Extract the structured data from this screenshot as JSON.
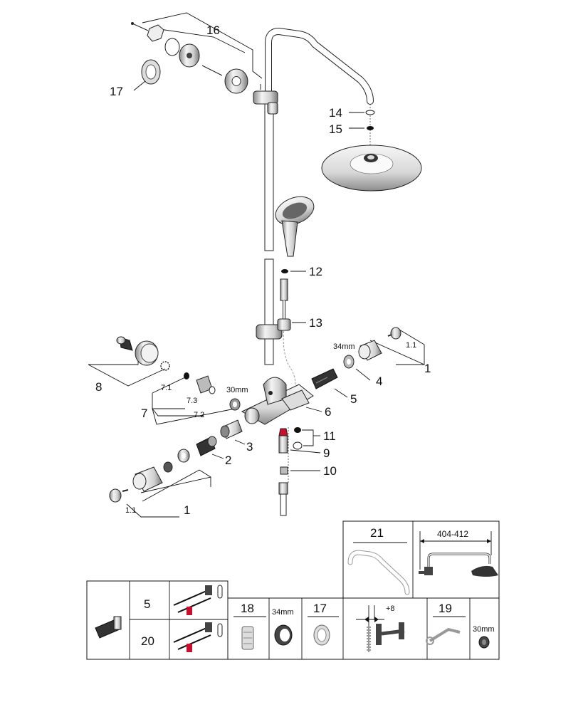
{
  "callouts": {
    "c16": "16",
    "c17": "17",
    "c14": "14",
    "c15": "15",
    "c12": "12",
    "c13": "13",
    "c1_1_right": "1.1",
    "c1_right": "1",
    "c34mm": "34mm",
    "c4": "4",
    "c5": "5",
    "c6": "6",
    "c8": "8",
    "c7_1": "7.1",
    "c30mm": "30mm",
    "c7_3": "7.3",
    "c7": "7",
    "c7_2": "7.2",
    "c11": "11",
    "c9": "9",
    "c3": "3",
    "c2": "2",
    "c10": "10",
    "c1_1_left": "1.1",
    "c1_left": "1"
  },
  "spare_table": {
    "right_top": {
      "label": "21",
      "dimension": "404-412"
    },
    "c5": "5",
    "c20": "20",
    "c18": "18",
    "c34mm": "34mm",
    "c17": "17",
    "offset": "+8",
    "c19": "19",
    "c30mm": "30mm"
  },
  "colors": {
    "line": "#111111",
    "chrome_light": "#e6e6e6",
    "chrome_mid": "#9a9a9a",
    "chrome_dark": "#2a2a2a",
    "thermo_red": "#c8102e"
  }
}
